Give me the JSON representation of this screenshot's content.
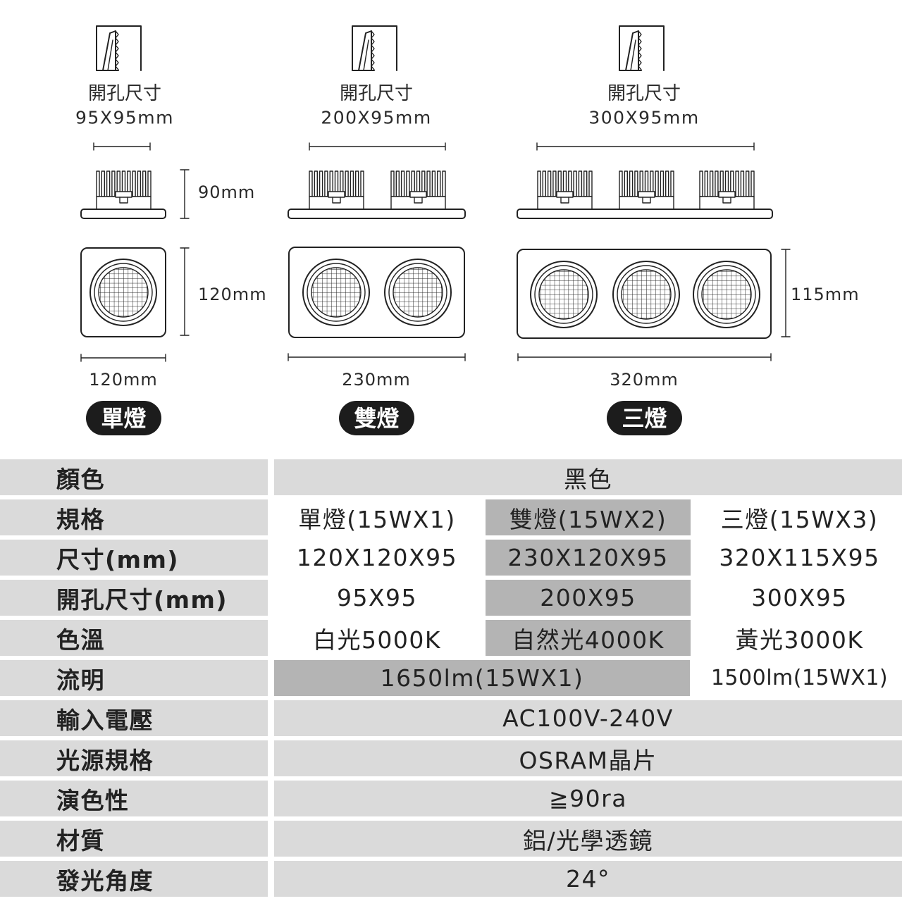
{
  "theme": {
    "ink": "#222222",
    "cell_bg": "#dadada",
    "highlight_bg": "#b4b4b4",
    "badge_bg": "#1c1c1c",
    "badge_text": "#ffffff"
  },
  "diagrams": [
    {
      "icon": "ceiling-cutout-icon",
      "cutout_label": "開孔尺寸",
      "cutout_size": "95X95mm",
      "height": "90mm",
      "depth": "120mm",
      "width": "120mm",
      "badge": "單燈"
    },
    {
      "icon": "ceiling-cutout-icon",
      "cutout_label": "開孔尺寸",
      "cutout_size": "200X95mm",
      "width": "230mm",
      "badge": "雙燈"
    },
    {
      "icon": "ceiling-cutout-icon",
      "cutout_label": "開孔尺寸",
      "cutout_size": "300X95mm",
      "depth": "115mm",
      "width": "320mm",
      "badge": "三燈"
    }
  ],
  "spec_table": {
    "rows": [
      {
        "label": "顏色",
        "values": [
          "黑色"
        ]
      },
      {
        "label": "規格",
        "values": [
          "單燈(15WX1)",
          "雙燈(15WX2)",
          "三燈(15WX3)"
        ]
      },
      {
        "label": "尺寸(mm)",
        "values": [
          "120X120X95",
          "230X120X95",
          "320X115X95"
        ]
      },
      {
        "label": "開孔尺寸(mm)",
        "values": [
          "95X95",
          "200X95",
          "300X95"
        ]
      },
      {
        "label": "色溫",
        "values": [
          "白光5000K",
          "自然光4000K",
          "黃光3000K"
        ]
      },
      {
        "label": "流明",
        "values": [
          "1650lm(15WX1)",
          "1500lm(15WX1)"
        ]
      },
      {
        "label": "輸入電壓",
        "values": [
          "AC100V-240V"
        ]
      },
      {
        "label": "光源規格",
        "values": [
          "OSRAM晶片"
        ]
      },
      {
        "label": "演色性",
        "values": [
          "≧90ra"
        ]
      },
      {
        "label": "材質",
        "values": [
          "鋁/光學透鏡"
        ]
      },
      {
        "label": "發光角度",
        "values": [
          "24°"
        ]
      }
    ]
  }
}
